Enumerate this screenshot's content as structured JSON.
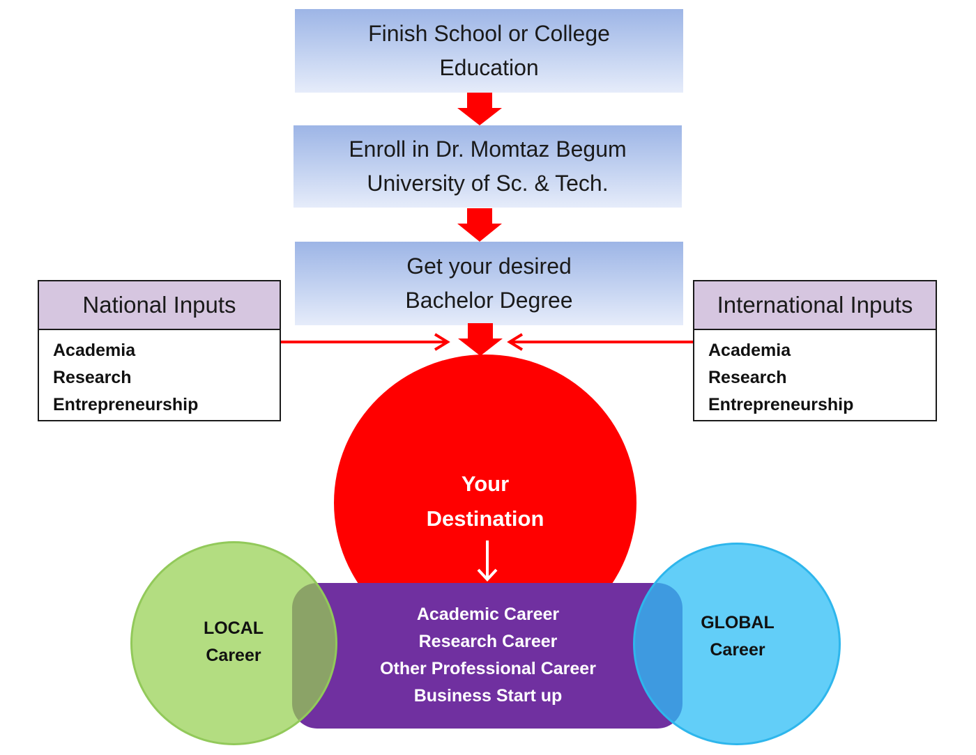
{
  "steps": [
    {
      "line1": "Finish School or College",
      "line2": "Education"
    },
    {
      "line1": "Enroll in Dr. Momtaz Begum",
      "line2": "University of Sc. & Tech."
    },
    {
      "line1": "Get your desired",
      "line2": "Bachelor Degree"
    }
  ],
  "national_inputs": {
    "title": "National Inputs",
    "items": [
      "Academia",
      "Research",
      "Entrepreneurship"
    ]
  },
  "international_inputs": {
    "title": "International Inputs",
    "items": [
      "Academia",
      "Research",
      "Entrepreneurship"
    ]
  },
  "destination": {
    "line1": "Your",
    "line2": "Destination"
  },
  "careers": {
    "items": [
      "Academic Career",
      "Research Career",
      "Other Professional Career",
      "Business Start up"
    ]
  },
  "local": {
    "line1": "LOCAL",
    "line2": "Career"
  },
  "global": {
    "line1": "GLOBAL",
    "line2": "Career"
  },
  "colors": {
    "arrow": "#ff0000",
    "destination_circle": "#ff0000",
    "career_band": "#7030a0",
    "local_circle": "#a9d86e",
    "global_circle": "#4cc9f5",
    "input_header": "#d6c6e0"
  }
}
